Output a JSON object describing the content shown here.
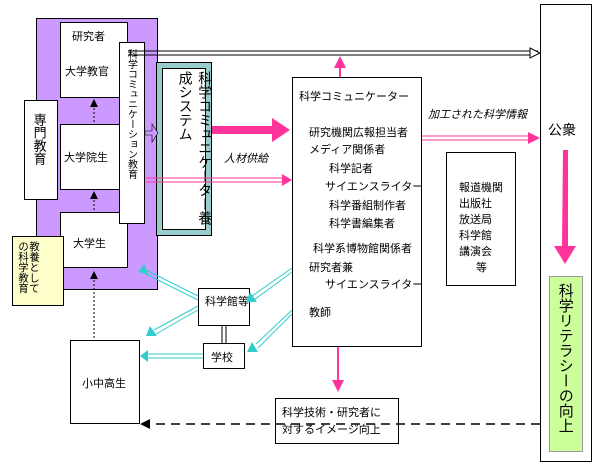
{
  "researcher_block": {
    "header": "研究者",
    "university_faculty": "大学教官",
    "graduate": "大学院生",
    "undergrad": "大学生"
  },
  "specialized_education": "専門教育",
  "liberal_arts": "教養としての科学教育",
  "comm_education": "科学コミュニケーション教育",
  "training_system": "科学コミュニケーター養成システム",
  "talent_supply": "人材供給",
  "communicator": {
    "title": "科学コミュニケーター",
    "roles": [
      "研究機関広報担当者",
      "メディア関係者",
      "科学記者",
      "サイエンスライター",
      "科学番組制作者",
      "科学書編集者",
      "科学系博物館関係者",
      "研究者兼",
      "サイエンスライター",
      "教師"
    ]
  },
  "processed_info": "加工された科学情報",
  "media": [
    "報道機関",
    "出版社",
    "放送局",
    "科学館",
    "講演会",
    "等"
  ],
  "public": "公衆",
  "literacy": "科学リテラシーの向上",
  "museum": "科学館等",
  "school": "学校",
  "students": "小中高生",
  "image_improve": [
    "科学技術・研究者に",
    "対するイメージ向上"
  ],
  "colors": {
    "purple": "#cc99ff",
    "teal": "#99cccc",
    "pink": "#ff3399",
    "green": "#ccff99",
    "light_yellow": "#ffffcc"
  }
}
